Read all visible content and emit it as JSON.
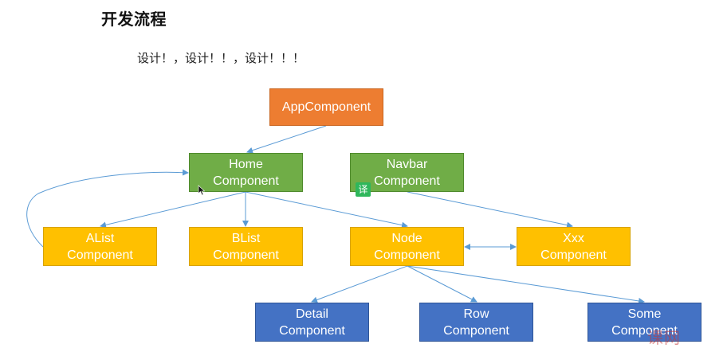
{
  "header": {
    "title": "开发流程",
    "subtitle": "设计！，设计！！，设计！！！"
  },
  "nodes": {
    "app": {
      "line1": "AppComponent",
      "line2": ""
    },
    "home": {
      "line1": "Home",
      "line2": "Component"
    },
    "navbar": {
      "line1": "Navbar",
      "line2": "Component"
    },
    "alist": {
      "line1": "AList",
      "line2": "Component"
    },
    "blist": {
      "line1": "BList",
      "line2": "Component"
    },
    "node": {
      "line1": "Node",
      "line2": "Component"
    },
    "xxx": {
      "line1": "Xxx",
      "line2": "Component"
    },
    "detail": {
      "line1": "Detail",
      "line2": "Component"
    },
    "row": {
      "line1": "Row",
      "line2": "Component"
    },
    "some": {
      "line1": "Some",
      "line2": "Component"
    }
  },
  "overlay": {
    "translate_badge": "译",
    "watermark": "课网"
  },
  "colors": {
    "root": "#ed7d31",
    "level1": "#70ad47",
    "level2": "#ffc000",
    "level3": "#4472c4",
    "connector": "#5b9bd5"
  }
}
